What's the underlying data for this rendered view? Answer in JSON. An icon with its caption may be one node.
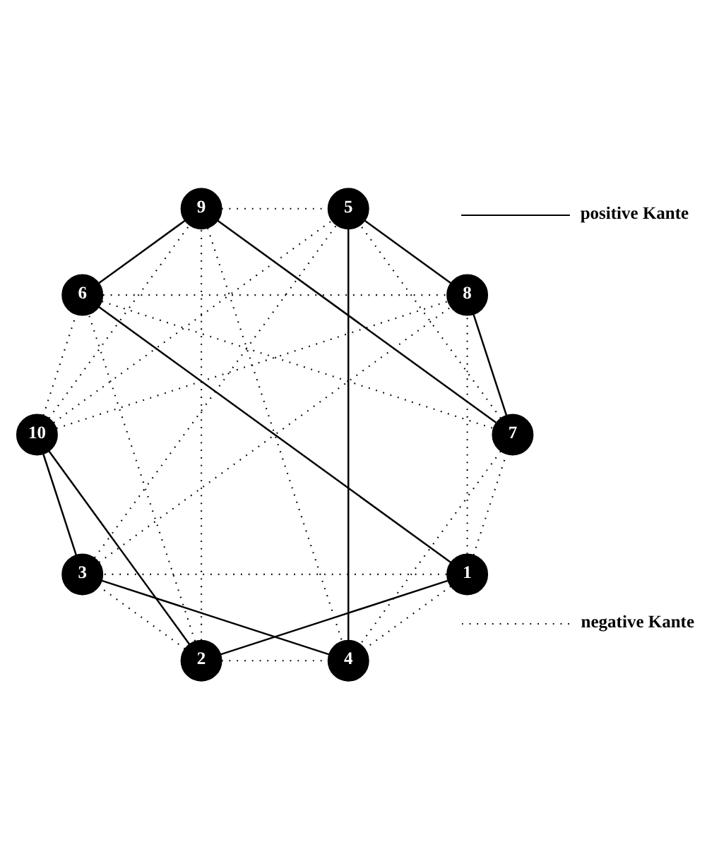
{
  "diagram": {
    "nodes": [
      {
        "text": [
          "1"
        ]
      },
      {
        "text": [
          "2"
        ]
      },
      {
        "text": [
          "3"
        ]
      },
      {
        "text": [
          "4"
        ]
      },
      {
        "text": [
          "5"
        ]
      },
      {
        "text": [
          "6"
        ]
      },
      {
        "text": [
          "7"
        ]
      },
      {
        "text": [
          "8"
        ]
      },
      {
        "text": [
          "9"
        ]
      },
      {
        "text": [
          "10"
        ]
      }
    ],
    "edges": [
      {
        "from": 0,
        "to": 1,
        "arrow": "none"
      },
      {
        "from": 1,
        "to": 9,
        "arrow": "none"
      },
      {
        "from": 9,
        "to": 2,
        "arrow": "none"
      },
      {
        "from": 2,
        "to": 3,
        "arrow": "none"
      },
      {
        "from": 3,
        "to": 4,
        "arrow": "none"
      },
      {
        "from": 4,
        "to": 7,
        "arrow": "none"
      },
      {
        "from": 7,
        "to": 6,
        "arrow": "none"
      },
      {
        "from": 6,
        "to": 8,
        "arrow": "none"
      },
      {
        "from": 8,
        "to": 5,
        "arrow": "none"
      },
      {
        "from": 5,
        "to": 0,
        "arrow": "none"
      },
      {
        "from": 0,
        "to": 2,
        "arrow": "none",
        "style": "dashed"
      },
      {
        "from": 0,
        "to": 3,
        "arrow": "none",
        "style": "dashed"
      },
      {
        "from": 0,
        "to": 6,
        "arrow": "none",
        "style": "dashed"
      },
      {
        "from": 0,
        "to": 7,
        "arrow": "none",
        "style": "dashed"
      },
      {
        "from": 1,
        "to": 2,
        "arrow": "none",
        "style": "dashed"
      },
      {
        "from": 1,
        "to": 3,
        "arrow": "none",
        "style": "dashed"
      },
      {
        "from": 1,
        "to": 5,
        "arrow": "none",
        "style": "dashed"
      },
      {
        "from": 1,
        "to": 8,
        "arrow": "none",
        "style": "dashed"
      },
      {
        "from": 9,
        "to": 5,
        "arrow": "none",
        "style": "dashed"
      },
      {
        "from": 9,
        "to": 8,
        "arrow": "none",
        "style": "dashed"
      },
      {
        "from": 9,
        "to": 7,
        "arrow": "none",
        "style": "dashed"
      },
      {
        "from": 9,
        "to": 4,
        "arrow": "none",
        "style": "dashed"
      },
      {
        "from": 2,
        "to": 7,
        "arrow": "none",
        "style": "dashed"
      },
      {
        "from": 2,
        "to": 4,
        "arrow": "none",
        "style": "dashed"
      },
      {
        "from": 5,
        "to": 6,
        "arrow": "none",
        "style": "dashed"
      },
      {
        "from": 5,
        "to": 7,
        "arrow": "none",
        "style": "dashed"
      },
      {
        "from": 8,
        "to": 3,
        "arrow": "none",
        "style": "dashed"
      },
      {
        "from": 8,
        "to": 4,
        "arrow": "none",
        "style": "dashed"
      },
      {
        "from": 6,
        "to": 3,
        "arrow": "none",
        "style": "dashed"
      },
      {
        "from": 6,
        "to": 4,
        "arrow": "none",
        "style": "dashed"
      }
    ],
    "legend": [
      {
        "text": "positive Kante"
      },
      {
        "text": "negative Kante"
      }
    ]
  }
}
